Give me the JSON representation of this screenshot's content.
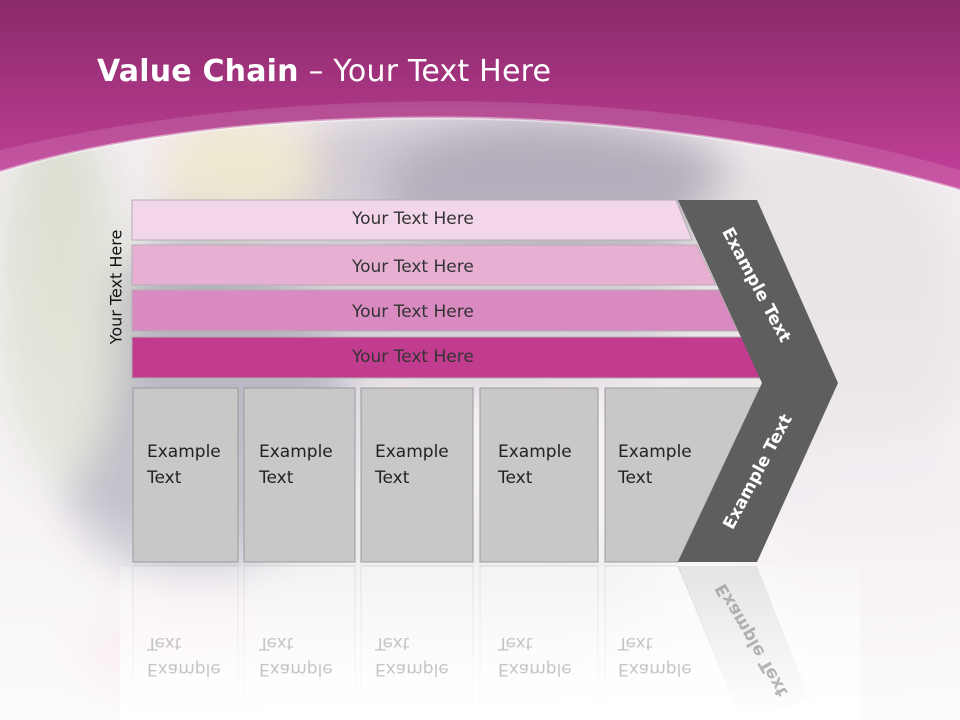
{
  "slide": {
    "title_bold": "Value Chain",
    "title_rest": " – Your Text Here",
    "vertical_label": "Your Text Here"
  },
  "bars": [
    {
      "label": "Your Text Here",
      "color": "#f3d6ea"
    },
    {
      "label": "Your Text Here",
      "color": "#e7b0d2"
    },
    {
      "label": "Your Text Here",
      "color": "#d98ac0"
    },
    {
      "label": "Your Text Here",
      "color": "#c13c8e"
    }
  ],
  "boxes": [
    {
      "label": "Example\nText"
    },
    {
      "label": "Example\nText"
    },
    {
      "label": "Example\nText"
    },
    {
      "label": "Example\nText"
    },
    {
      "label": "Example\nText"
    }
  ],
  "chevron": {
    "top_label": "Example Text",
    "bottom_label": "Example Text",
    "color": "#5e5e5e"
  },
  "colors": {
    "header_top": "#8a2a6a",
    "header_bottom": "#c4409a",
    "box_fill": "#c8c8c8",
    "box_border": "#9a9a9a"
  }
}
